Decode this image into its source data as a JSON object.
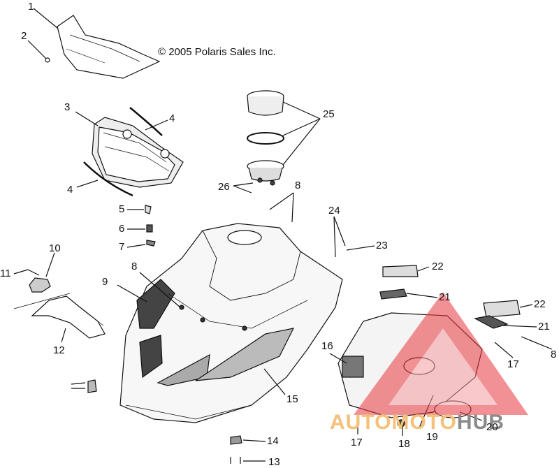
{
  "copyright": "© 2005 Polaris Sales Inc.",
  "watermark": {
    "part_a": "AUTOMOTO",
    "part_b": "HUB",
    "triangle_color": "#e8393f"
  },
  "callouts": [
    {
      "id": "c1",
      "text": "1"
    },
    {
      "id": "c2",
      "text": "2"
    },
    {
      "id": "c3",
      "text": "3"
    },
    {
      "id": "c4a",
      "text": "4"
    },
    {
      "id": "c4b",
      "text": "4"
    },
    {
      "id": "c5",
      "text": "5"
    },
    {
      "id": "c6",
      "text": "6"
    },
    {
      "id": "c7",
      "text": "7"
    },
    {
      "id": "c8a",
      "text": "8"
    },
    {
      "id": "c8b",
      "text": "8"
    },
    {
      "id": "c8c",
      "text": "8"
    },
    {
      "id": "c9",
      "text": "9"
    },
    {
      "id": "c10",
      "text": "10"
    },
    {
      "id": "c11",
      "text": "11"
    },
    {
      "id": "c12",
      "text": "12"
    },
    {
      "id": "c13",
      "text": "13"
    },
    {
      "id": "c14",
      "text": "14"
    },
    {
      "id": "c15",
      "text": "15"
    },
    {
      "id": "c16",
      "text": "16"
    },
    {
      "id": "c17a",
      "text": "17"
    },
    {
      "id": "c17b",
      "text": "17"
    },
    {
      "id": "c18",
      "text": "18"
    },
    {
      "id": "c19",
      "text": "19"
    },
    {
      "id": "c20",
      "text": "20"
    },
    {
      "id": "c21a",
      "text": "21"
    },
    {
      "id": "c21b",
      "text": "21"
    },
    {
      "id": "c22a",
      "text": "22"
    },
    {
      "id": "c22b",
      "text": "22"
    },
    {
      "id": "c23",
      "text": "23"
    },
    {
      "id": "c24",
      "text": "24"
    },
    {
      "id": "c25",
      "text": "25"
    },
    {
      "id": "c26",
      "text": "26"
    }
  ]
}
